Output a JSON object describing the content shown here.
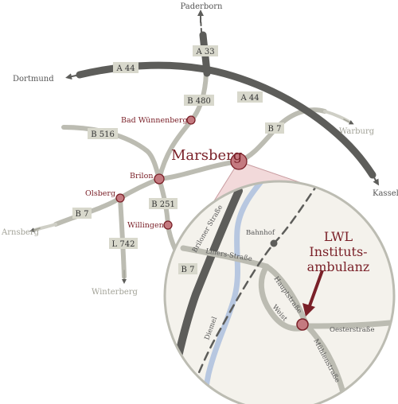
{
  "colors": {
    "highway": "#5d5d5a",
    "road": "#bcbcb2",
    "road_light": "#cfcfc6",
    "label_bg": "#d8d8cc",
    "river": "#b7c7e0",
    "accent": "#7a2028",
    "marker": "#c47a80",
    "faded": "#a2a297",
    "inset_bg": "#f4f2ec",
    "wedge": "#f2d9da"
  },
  "cities": {
    "paderborn": "Paderborn",
    "dortmund": "Dortmund",
    "kassel": "Kassel",
    "warburg": "Warburg",
    "arnsberg": "Arnsberg",
    "winterberg": "Winterberg"
  },
  "roads": {
    "a33": "A 33",
    "a44_west": "A 44",
    "a44_east": "A 44",
    "b480": "B 480",
    "b516": "B 516",
    "b7_east": "B 7",
    "b251": "B 251",
    "b7_west": "B 7",
    "l742": "L 742",
    "b7_inset": "B 7"
  },
  "towns": {
    "bad_wuennenberg": "Bad Wünnenberg",
    "brilon": "Brilon",
    "olsberg": "Olsberg",
    "willingen": "Willingen",
    "marsberg": "Marsberg"
  },
  "inset": {
    "bahnhof": "Bahnhof",
    "briloner_strasse": "Briloner Straße",
    "lillers_strasse": "Lillers-Straße",
    "hauptstrasse": "Hauptstraße",
    "weist": "Weist",
    "oesterstrasse": "Oesterstraße",
    "muehlenstrasse": "Mühlenstraße",
    "diemel": "Diemel",
    "lwl_line1": "LWL",
    "lwl_line2": "Instituts-",
    "lwl_line3": "ambulanz"
  }
}
